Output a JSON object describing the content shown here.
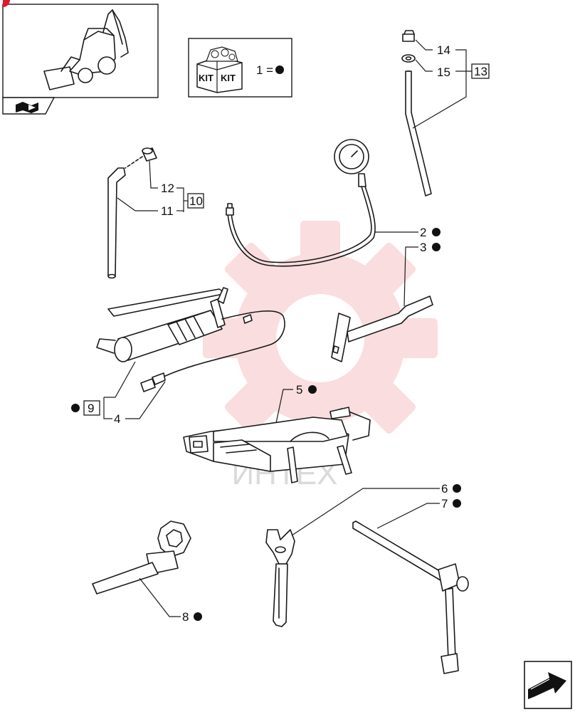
{
  "kit_legend": {
    "kit_label_1": "KIT",
    "kit_label_2": "KIT",
    "equals_text": "1 ="
  },
  "callouts": {
    "c2": "2",
    "c3": "3",
    "c4": "4",
    "c5": "5",
    "c6": "6",
    "c7": "7",
    "c8": "8",
    "c9": "9",
    "c10": "10",
    "c11": "11",
    "c12": "12",
    "c13": "13",
    "c14": "14",
    "c15": "15"
  },
  "watermark": {
    "text": "ИНТЕХ",
    "color": "#e8474f"
  },
  "icons": {
    "thumbnail": "backhoe-loader-icon",
    "top_left_tab": "book-arrow-icon",
    "corner": "page-forward-arrow-icon",
    "kit_marker": "filled-dot-icon"
  }
}
